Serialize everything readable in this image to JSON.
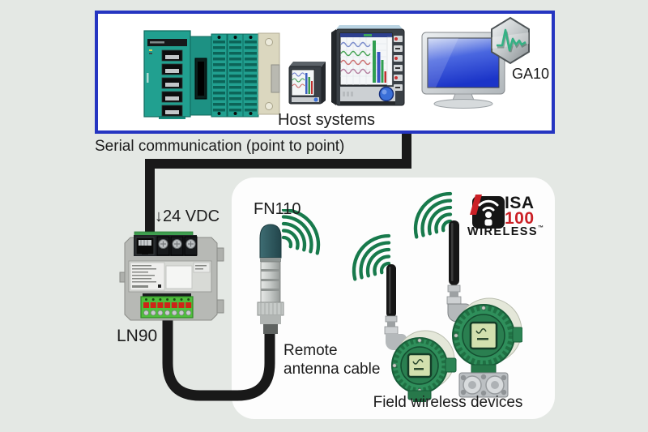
{
  "colors": {
    "background": "#e4e8e4",
    "host_border_blue": "#2535c1",
    "cable_black": "#191919",
    "wireless_arc_green": "#187a4c",
    "plc_teal": "#21a090",
    "transmitter_green": "#2f8f5b",
    "isa_red": "#cb2026",
    "text": "#1c1c1c"
  },
  "host_box": {
    "label": "Host systems",
    "ga10_label": "GA10"
  },
  "labels": {
    "serial_communication": "Serial communication (point to point)",
    "power": "↓24 VDC",
    "fn110": "FN110",
    "ln90": "LN90",
    "remote_antenna": "Remote\nantenna cable",
    "field_devices": "Field wireless devices"
  },
  "isa_logo": {
    "isa": "ISA",
    "num": "100",
    "wireless": "WIRELESS",
    "tm": "™"
  },
  "illustrations": {
    "plc": "plc-controller",
    "recorder_small": "paperless-recorder-small",
    "recorder_large": "paperless-recorder-large",
    "monitor": "desktop-pc-monitor",
    "ga10_icon": "ga10-software-hexagon-icon",
    "ln90": "ln90-converter",
    "fn110": "fn110-remote-antenna",
    "transmitter_left": "field-wireless-transmitter-small",
    "transmitter_right": "field-wireless-transmitter-large",
    "wireless_signal": "wireless-signal-arcs",
    "isa_mark": "isa100-wireless-logo"
  }
}
